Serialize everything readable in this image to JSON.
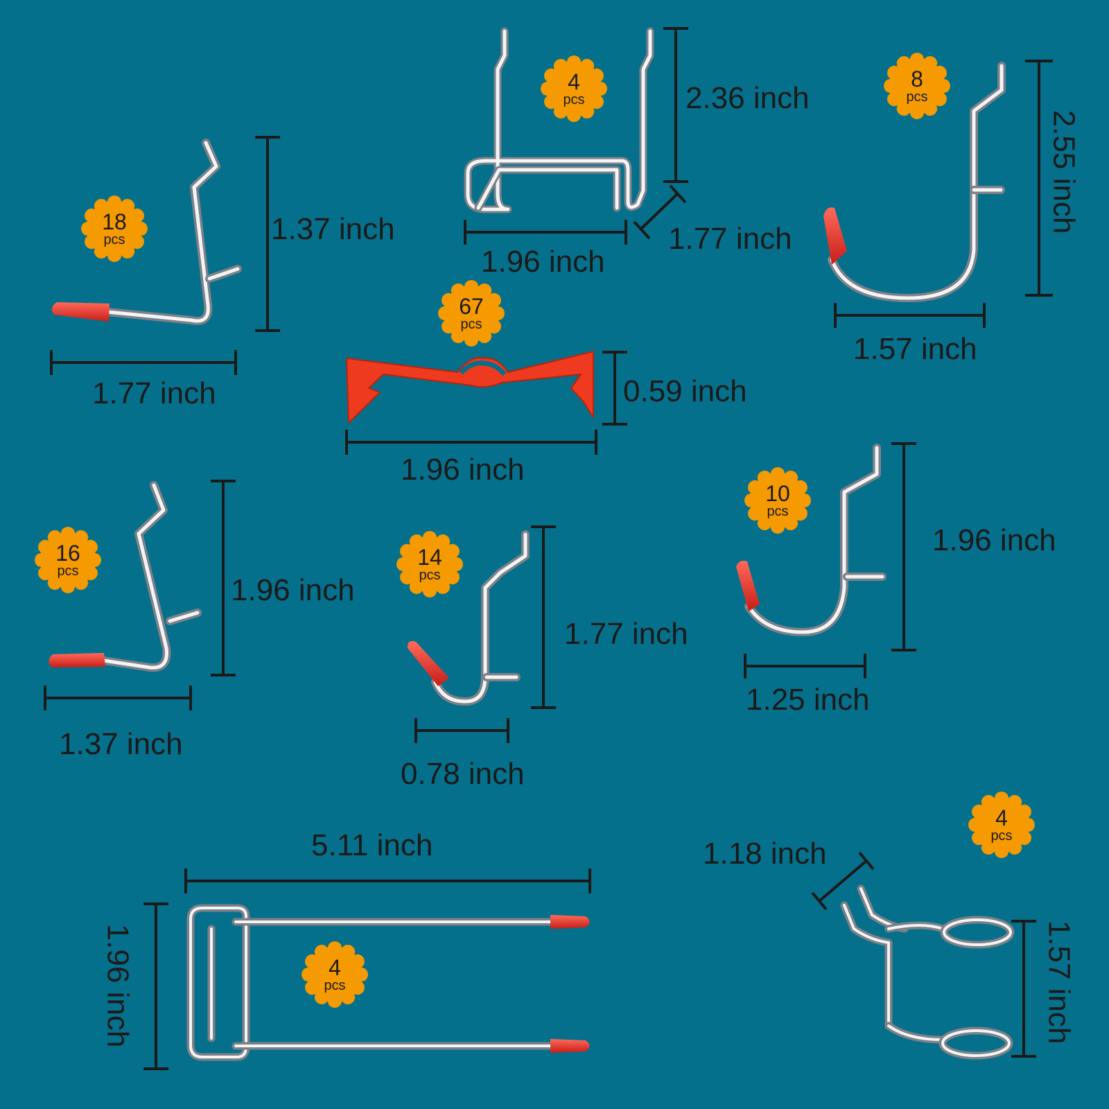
{
  "badge_color": "#f59a00",
  "background_color": "#05708c",
  "cap_color": "#e8312b",
  "hooks": [
    {
      "id": "double-rod-hook",
      "count": "4",
      "unit": "pcs",
      "dims": [
        "2.36 inch",
        "1.77 inch",
        "1.96 inch"
      ]
    },
    {
      "id": "j-hook-large",
      "count": "8",
      "unit": "pcs",
      "dims": [
        "2.55 inch",
        "1.57 inch"
      ]
    },
    {
      "id": "l-hook-small",
      "count": "18",
      "unit": "pcs",
      "dims": [
        "1.37 inch",
        "1.77 inch"
      ]
    },
    {
      "id": "locking-clip",
      "count": "67",
      "unit": "pcs",
      "dims": [
        "0.59 inch",
        "1.96 inch"
      ]
    },
    {
      "id": "l-hook-medium",
      "count": "16",
      "unit": "pcs",
      "dims": [
        "1.96 inch",
        "1.37 inch"
      ]
    },
    {
      "id": "j-hook-small",
      "count": "14",
      "unit": "pcs",
      "dims": [
        "1.77 inch",
        "0.78 inch"
      ]
    },
    {
      "id": "j-hook-medium",
      "count": "10",
      "unit": "pcs",
      "dims": [
        "1.96 inch",
        "1.25 inch"
      ]
    },
    {
      "id": "long-double-prong-hook",
      "count": "4",
      "unit": "pcs",
      "dims": [
        "5.11 inch",
        "1.96 inch"
      ]
    },
    {
      "id": "ring-holder-hook",
      "count": "4",
      "unit": "pcs",
      "dims": [
        "1.18 inch",
        "1.57 inch"
      ]
    }
  ]
}
